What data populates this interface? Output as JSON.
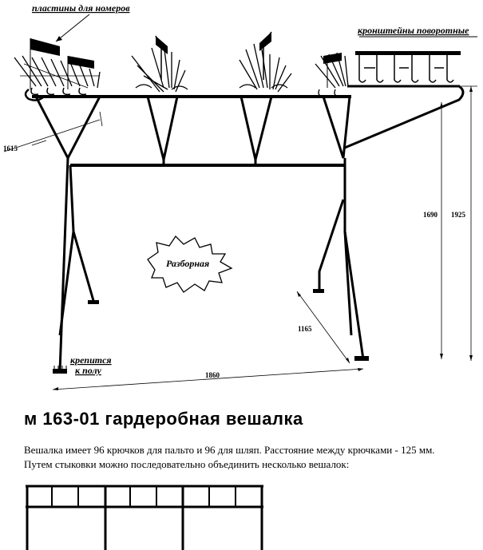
{
  "labels": {
    "number_plates": "пластины для номеров",
    "swivel_brackets": "кронштейны поворотные",
    "collapsible": "Разборная",
    "floor_mount_line1": "крепится",
    "floor_mount_line2": "к полу"
  },
  "dimensions": {
    "depth_top": "1615",
    "height_inner": "1690",
    "height_total": "1925",
    "base_depth": "1165",
    "width": "1860"
  },
  "product": {
    "title": "м 163-01 гардеробная вешалка",
    "description_line1": "Вешалка имеет 96 крючков для пальто и 96 для шляп. Расстояние между крючками - 125 мм.",
    "description_line2": "Путем стыковки можно последовательно объединить несколько вешалок:"
  }
}
